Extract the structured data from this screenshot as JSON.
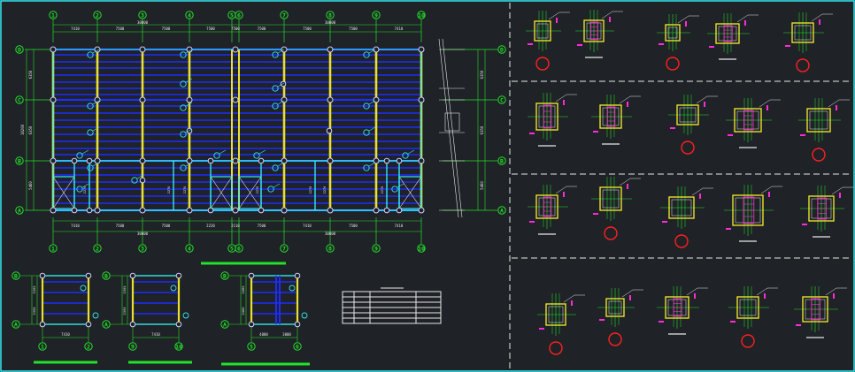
{
  "plan": {
    "col_labels": [
      "1",
      "2",
      "3",
      "4",
      "5",
      "6",
      "7",
      "8",
      "9",
      "10"
    ],
    "row_labels": [
      "D",
      "C",
      "B",
      "A"
    ],
    "bay_dims": [
      "7410",
      "7500",
      "7500",
      "7500",
      "7500",
      "7500",
      "7500",
      "7500",
      "7410"
    ],
    "overall_dims": [
      "30000",
      "30000"
    ],
    "bottom_dims": [
      "7410",
      "7500",
      "7500",
      "2220",
      "2110",
      "7500",
      "7410",
      "7500",
      "7410"
    ],
    "left_dims": [
      "6350",
      "6350",
      "5460"
    ],
    "left_total": "18200",
    "brace_dims": [
      "2270",
      "2270",
      "2270",
      "2270",
      "2270",
      "2270",
      "2270",
      "2270"
    ]
  },
  "sub_plans": [
    {
      "rows": [
        "B",
        "A"
      ],
      "cols": [
        "1",
        "2"
      ],
      "dim": "7410",
      "side_dims": [
        "3395",
        "3395"
      ]
    },
    {
      "rows": [
        "B",
        "A"
      ],
      "cols": [
        "9",
        "10"
      ],
      "dim": "7410",
      "side_dims": [
        "3395",
        "3395"
      ]
    },
    {
      "rows": [
        "B",
        "A"
      ],
      "cols": [
        "5",
        "6"
      ],
      "dims": [
        "4000",
        "3000"
      ],
      "side_dims": [
        "2460",
        "2460"
      ]
    }
  ],
  "colors": {
    "background": "#1f2226",
    "grid": "#22e22a",
    "column": "#e8e02a",
    "beam": "#1d2dff",
    "frame": "#35e6f0",
    "marker": "#ff2bd5",
    "callout": "#ff2020"
  }
}
